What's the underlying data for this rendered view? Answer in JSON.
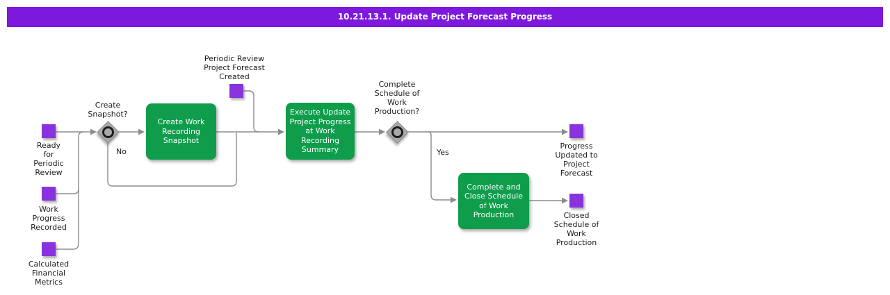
{
  "title_bar": {
    "text": "10.21.13.1. Update Project Forecast Progress"
  },
  "colors": {
    "title_bar": "#7d18dd",
    "event": "#8833dd",
    "task": "#0f9d4c",
    "line": "#8c8c8c",
    "gateway": "#a9a9a9"
  },
  "events": {
    "ready_for_periodic_review": {
      "label": "Ready\nfor\nPeriodic\nReview"
    },
    "work_progress_recorded": {
      "label": "Work\nProgress\nRecorded"
    },
    "calculated_financial_metrics": {
      "label": "Calculated\nFinancial\nMetrics"
    },
    "periodic_review_forecast_created": {
      "label": "Periodic Review\nProject Forecast\nCreated"
    },
    "progress_updated_to_project_forecast": {
      "label": "Progress\nUpdated to\nProject\nForecast"
    },
    "closed_schedule_of_work_production": {
      "label": "Closed\nSchedule of\nWork\nProduction"
    }
  },
  "gateways": {
    "create_snapshot": {
      "question": "Create\nSnapshot?",
      "branch_no": "No"
    },
    "complete_schedule": {
      "question": "Complete\nSchedule of\nWork\nProduction?",
      "branch_yes": "Yes"
    }
  },
  "tasks": {
    "create_work_recording_snapshot": {
      "label": "Create Work\nRecording\nSnapshot"
    },
    "execute_update_project_progress": {
      "label": "Execute Update\nProject Progress\nat Work\nRecording\nSummary"
    },
    "complete_and_close_schedule": {
      "label": "Complete and\nClose Schedule\nof Work\nProduction"
    }
  }
}
